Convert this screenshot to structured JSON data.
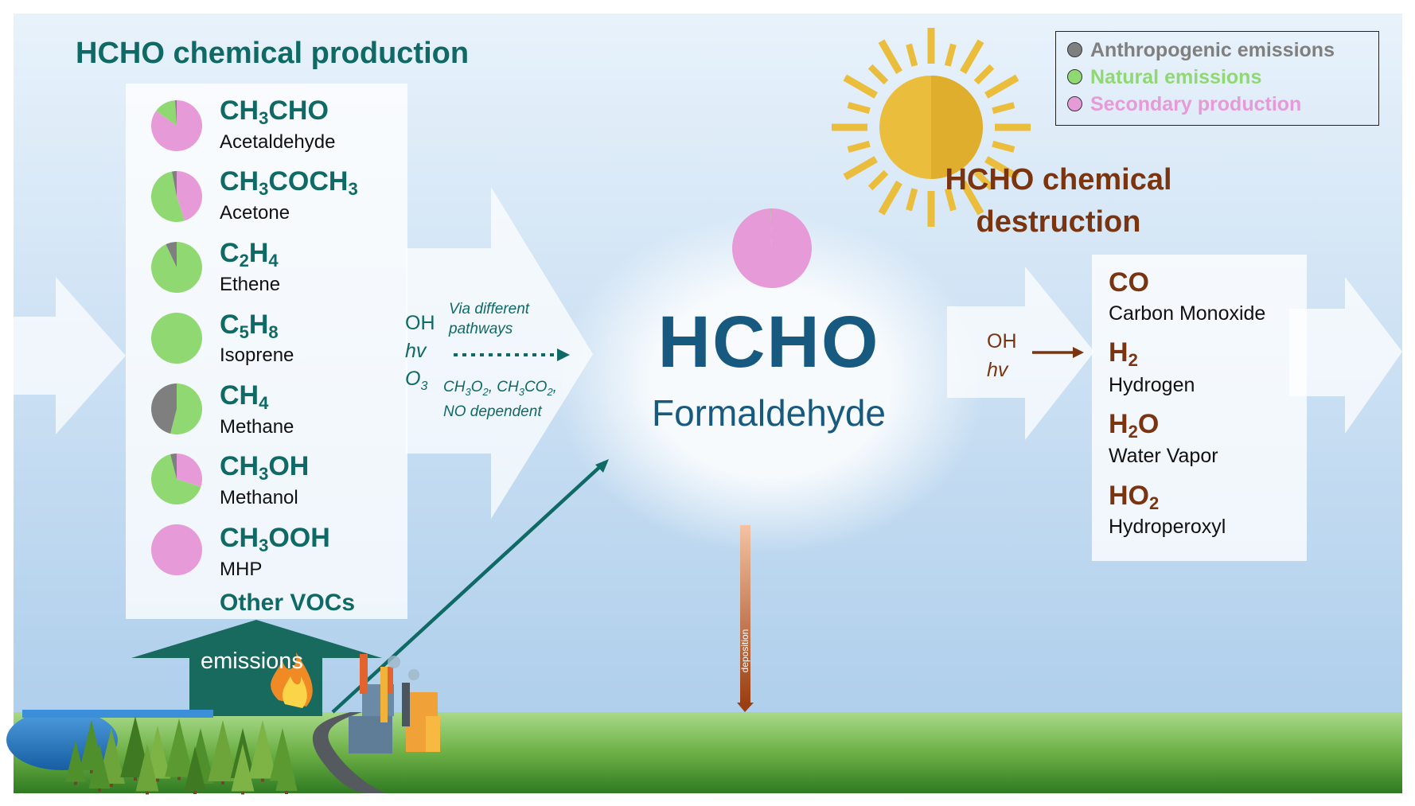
{
  "title_production": "HCHO chemical production",
  "title_destruction_line1": "HCHO chemical",
  "title_destruction_line2": "destruction",
  "legend": [
    {
      "label": "Anthropogenic emissions",
      "color": "#7f7f7f"
    },
    {
      "label": "Natural emissions",
      "color": "#8fd872"
    },
    {
      "label": "Secondary production",
      "color": "#e69ad8"
    }
  ],
  "colors": {
    "anthropogenic": "#7f7f7f",
    "natural": "#8fd872",
    "secondary": "#e69ad8",
    "production_text": "#0f6a66",
    "destruction_text": "#7a3510"
  },
  "precursors": [
    {
      "formula_parts": [
        "CH",
        "3",
        "CHO"
      ],
      "name": "Acetaldehyde",
      "shares": {
        "anthropogenic": 0.01,
        "natural": 0.14,
        "secondary": 0.85
      }
    },
    {
      "formula_parts": [
        "CH",
        "3",
        "COCH",
        "3"
      ],
      "name": "Acetone",
      "shares": {
        "anthropogenic": 0.03,
        "natural": 0.52,
        "secondary": 0.45
      }
    },
    {
      "formula_parts": [
        "C",
        "2",
        "H",
        "4"
      ],
      "name": "Ethene",
      "shares": {
        "anthropogenic": 0.07,
        "natural": 0.93,
        "secondary": 0.0
      }
    },
    {
      "formula_parts": [
        "C",
        "5",
        "H",
        "8"
      ],
      "name": "Isoprene",
      "shares": {
        "anthropogenic": 0.0,
        "natural": 1.0,
        "secondary": 0.0
      }
    },
    {
      "formula_parts": [
        "CH",
        "4"
      ],
      "name": "Methane",
      "shares": {
        "anthropogenic": 0.46,
        "natural": 0.54,
        "secondary": 0.0
      }
    },
    {
      "formula_parts": [
        "CH",
        "3",
        "OH"
      ],
      "name": "Methanol",
      "shares": {
        "anthropogenic": 0.04,
        "natural": 0.66,
        "secondary": 0.3
      }
    },
    {
      "formula_parts": [
        "CH",
        "3",
        "OOH"
      ],
      "name": "MHP",
      "shares": {
        "anthropogenic": 0.0,
        "natural": 0.0,
        "secondary": 1.0
      }
    }
  ],
  "other_vocs": "Other VOCs",
  "emissions_label": "emissions",
  "oxidants_left": [
    "OH",
    "hv",
    "O3"
  ],
  "pathway_note_1": "Via different pathways",
  "pathway_note_2": "CH3O2, CH3CO2, NO dependent",
  "hcho_label": "HCHO",
  "hcho_name": "Formaldehyde",
  "hcho_shares": {
    "anthropogenic": 0.0,
    "natural": 0.005,
    "secondary": 0.995
  },
  "oxidants_right": [
    "OH",
    "hv"
  ],
  "deposition_label": "deposition",
  "products": [
    {
      "formula_parts": [
        "CO"
      ],
      "name": "Carbon Monoxide"
    },
    {
      "formula_parts": [
        "H",
        "2"
      ],
      "name": "Hydrogen"
    },
    {
      "formula_parts": [
        "H",
        "2",
        "O"
      ],
      "name": "Water Vapor"
    },
    {
      "formula_parts": [
        "HO",
        "2"
      ],
      "name": "Hydroperoxyl"
    }
  ]
}
